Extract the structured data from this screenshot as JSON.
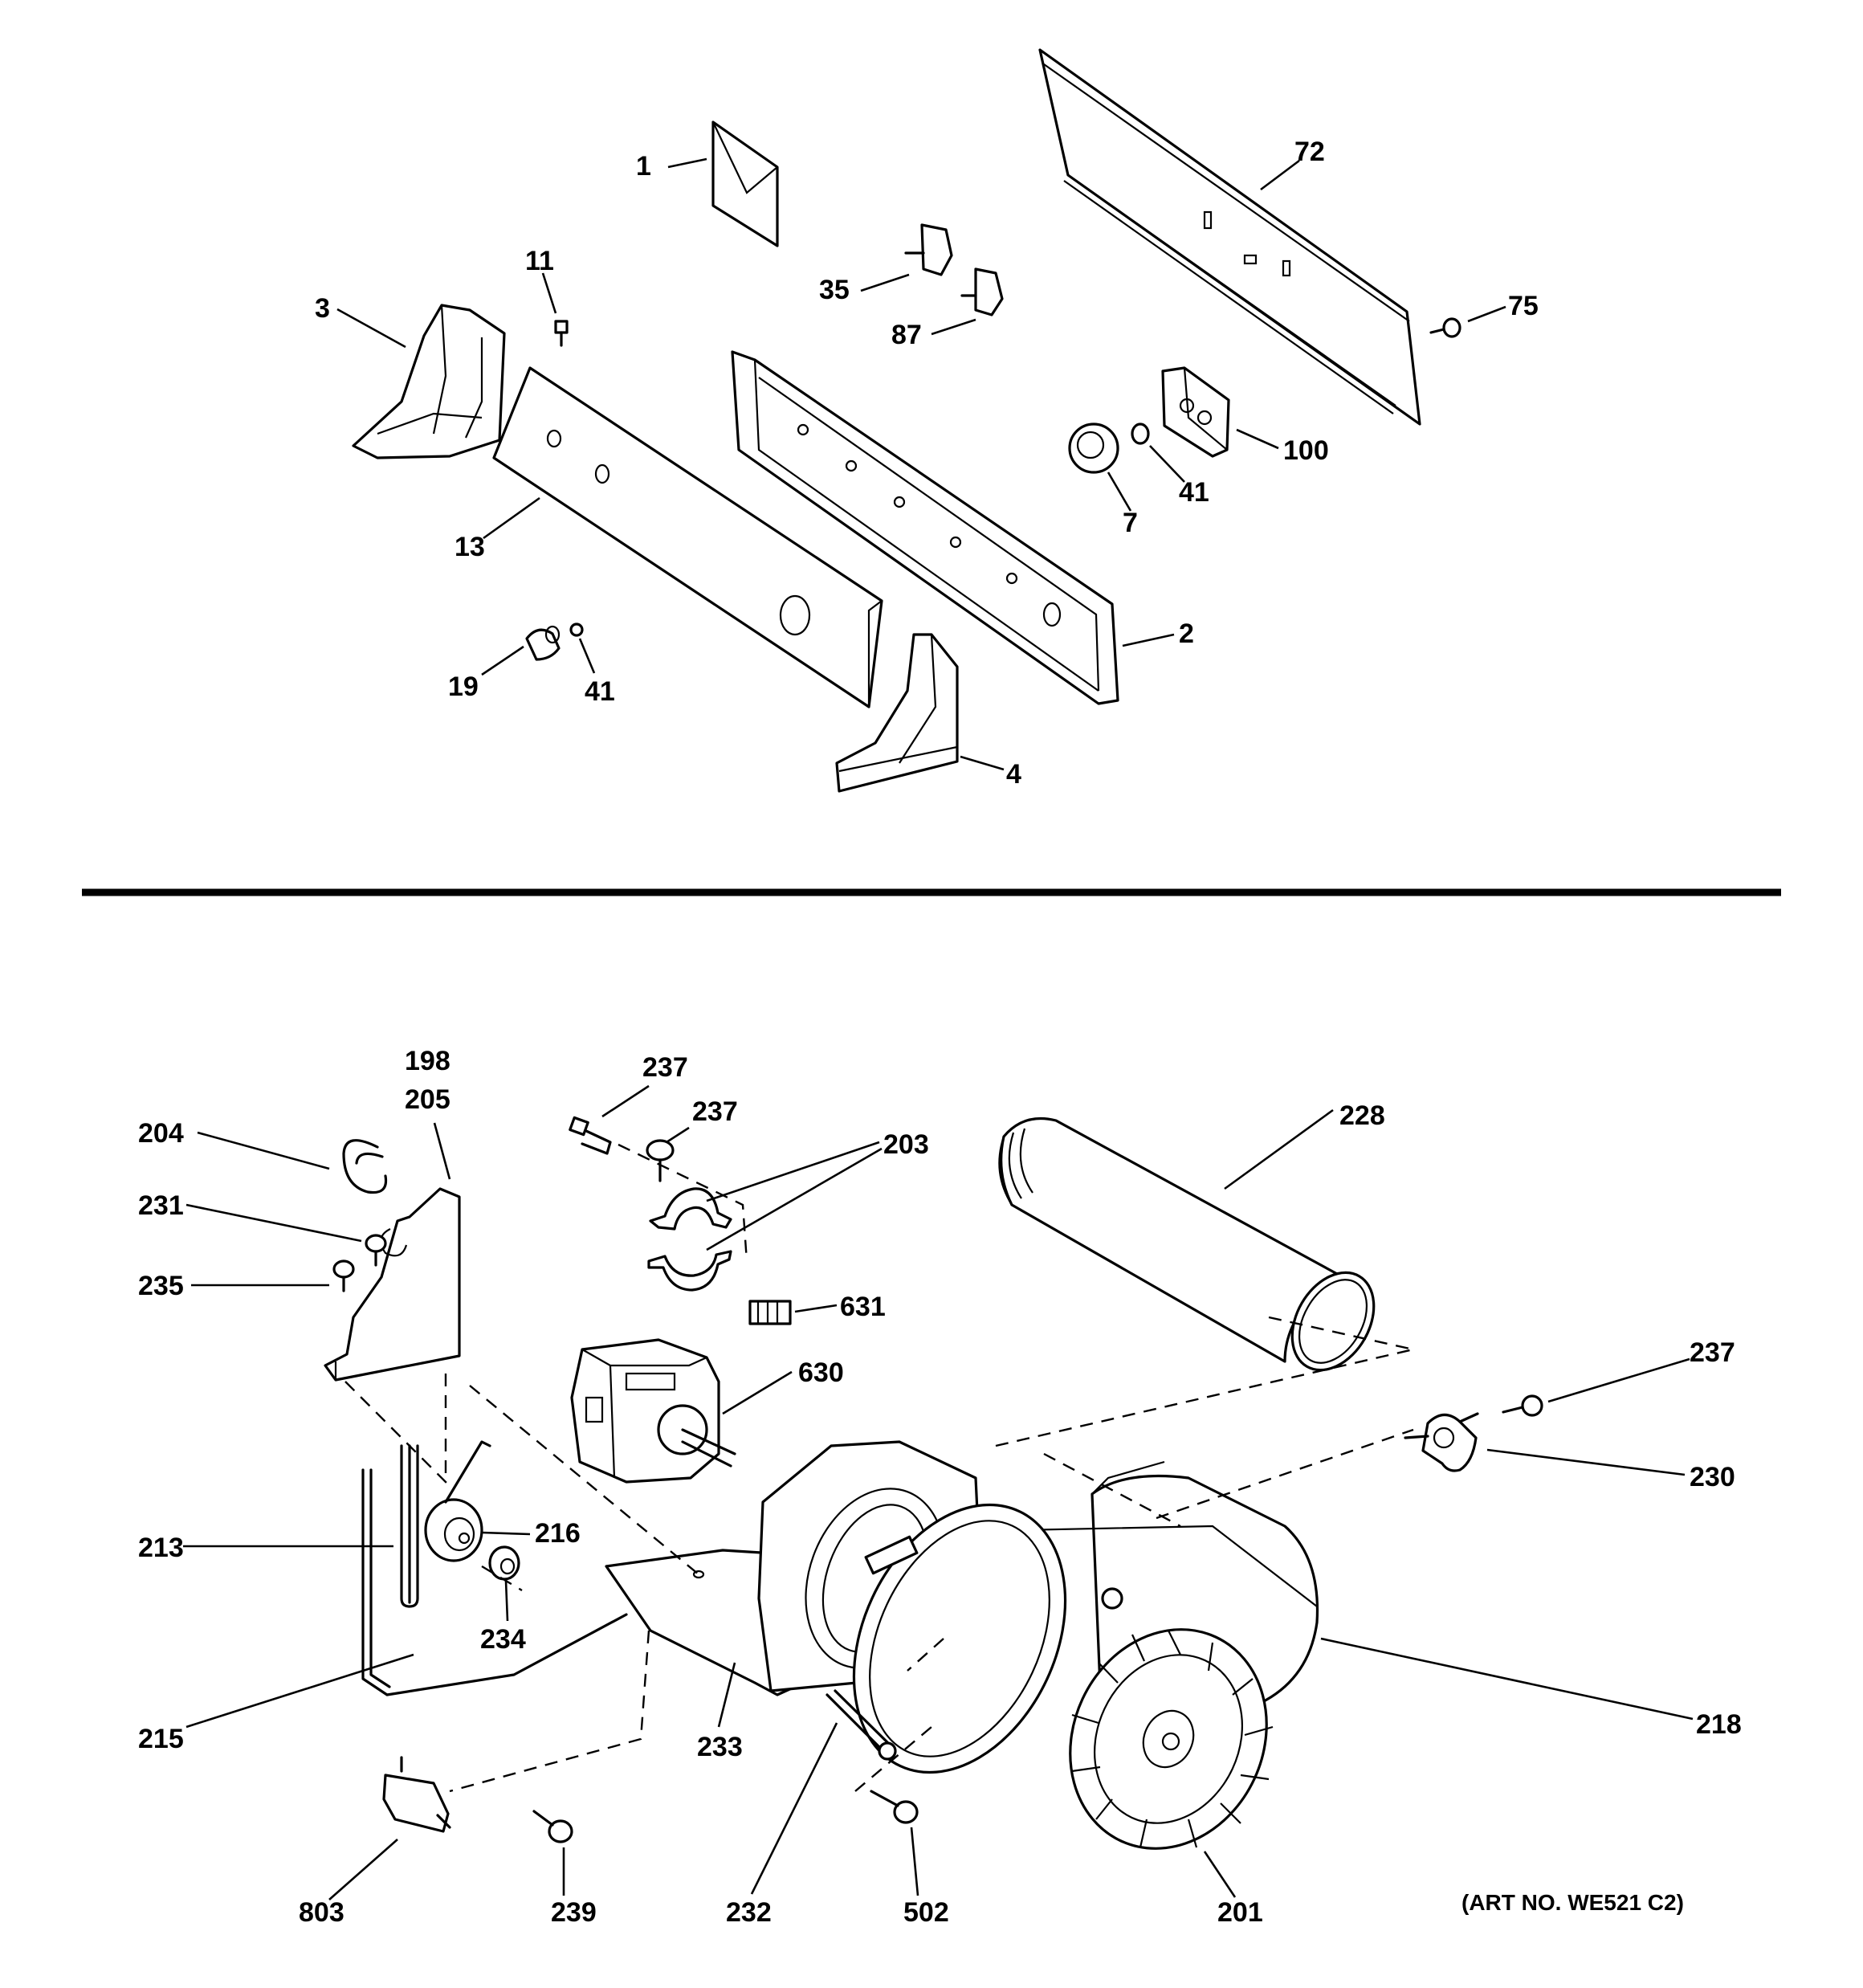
{
  "top_section": {
    "callouts": {
      "c1": "1",
      "c72": "72",
      "c11": "11",
      "c3": "3",
      "c35": "35",
      "c87": "87",
      "c75": "75",
      "c100": "100",
      "c41a": "41",
      "c7": "7",
      "c13": "13",
      "c2": "2",
      "c19": "19",
      "c41b": "41",
      "c4": "4"
    }
  },
  "bottom_section": {
    "callouts": {
      "c198": "198",
      "c205": "205",
      "c204": "204",
      "c231": "231",
      "c235": "235",
      "c237a": "237",
      "c237b": "237",
      "c203": "203",
      "c228": "228",
      "c631": "631",
      "c630": "630",
      "c237c": "237",
      "c230": "230",
      "c213": "213",
      "c216": "216",
      "c234": "234",
      "c215": "215",
      "c233": "233",
      "c218": "218",
      "c232": "232",
      "c803": "803",
      "c239": "239",
      "c502": "502",
      "c201": "201"
    },
    "art_number": "(ART NO. WE521 C2)"
  }
}
